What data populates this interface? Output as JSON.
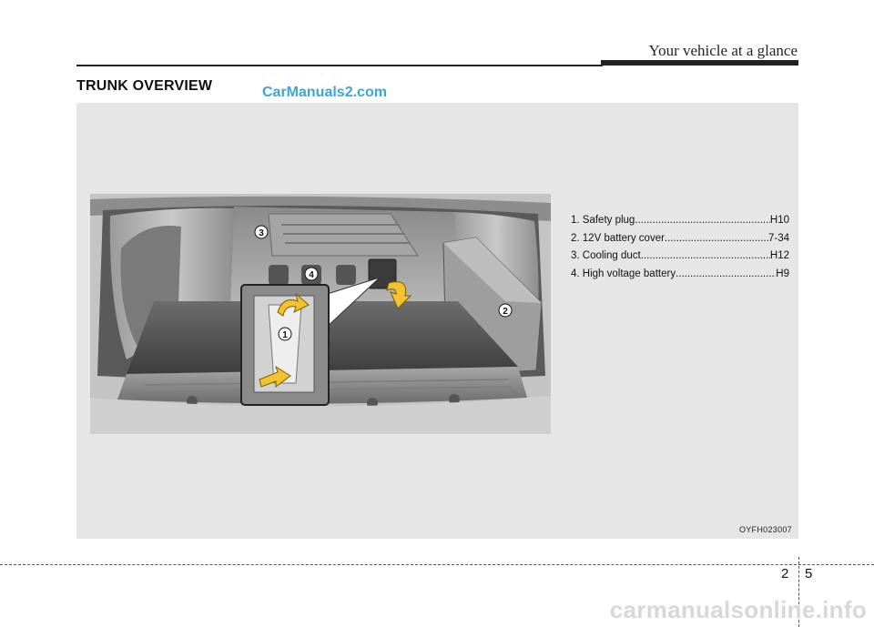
{
  "header": {
    "title": "Your vehicle at a glance"
  },
  "section": {
    "title": "TRUNK OVERVIEW"
  },
  "watermarks": {
    "top": "CarManuals2.com",
    "bottom": "carmanualsonline.info"
  },
  "legend": {
    "items": [
      {
        "label": "1. Safety plug",
        "ref": "H10"
      },
      {
        "label": "2. 12V battery cover",
        "ref": "7-34"
      },
      {
        "label": "3. Cooling duct ",
        "ref": "H12"
      },
      {
        "label": "4. High voltage battery ",
        "ref": "H9"
      }
    ]
  },
  "figure": {
    "code": "OYFH023007",
    "callouts": [
      "1",
      "2",
      "3",
      "4"
    ]
  },
  "footer": {
    "chapter": "2",
    "page": "5"
  }
}
